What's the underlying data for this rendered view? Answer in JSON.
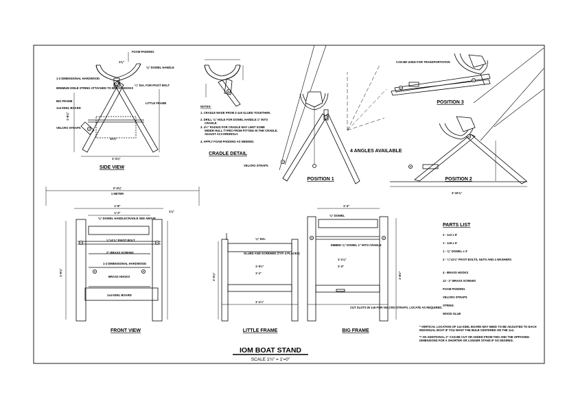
{
  "drawing": {
    "title": "IOM BOAT STAND",
    "scale": "SCALE 1½\" = 1'=0\""
  },
  "side_view": {
    "title": "SIDE VIEW",
    "labels": {
      "foam_padding": "FOAM PADDING",
      "dowel_handle": "⅜\" DOWEL HANDLE",
      "pivot_bolt": "¼\" DIA. FOR PIVOT BOLT",
      "hardwood": "1-2 DIMENSIONAL HARDWOOD",
      "string": "MINIMUM 200LB STRING ATTACHED TO BRASS HOOKS",
      "big_frame": "BIG FRAME",
      "keel_board": "1x4 KEEL BOARD",
      "little_frame": "LITTLE FRAME",
      "velcro": "VELCRO STRAPS",
      "dim_bottom": "1'-3⅞\"",
      "dim_mid": "10⅞\"",
      "dim_side": "1'-8⅜\"",
      "dim_top": "1⅜\""
    }
  },
  "cradle_detail": {
    "title": "CRADLE DETAIL",
    "notes_heading": "NOTES:",
    "notes": [
      "1. CRADLE MADE FROM 2-1x6 GLUED TOGETHER.",
      "2. DRILL ⅜\" HOLE FOR DOWEL HANDLE 1\" INTO CRADLE.",
      "3. 4½\" RADIUS FOR CRADLE MAY LIMIT SOME WIDER HULL TYPES FROM FITTING IN THE CRADLE. ADJUST ACCORDINGLY.",
      "4. APPLY FOAM PADDING AS NEEDED."
    ]
  },
  "positions": {
    "transport_note": "CAN BE USED FOR TRANSPORTATION",
    "angles": "4 ANGLES AVAILABLE",
    "velcro": "VELCRO STRAPS",
    "pos1": "POSITION 1",
    "pos2": "POSITION 2",
    "pos3": "POSITION 3",
    "dim_bottom": "2'-10⅞\""
  },
  "front_view": {
    "title": "FRONT VIEW",
    "overall": "2'-3⅜\"",
    "overall_sub": "1 METER",
    "labels": {
      "top_width": "1'-8\"",
      "inner_width": "1'-3\"",
      "dowel_handle": "⅜\" DOWEL HANDLE",
      "cradle": "CRADLE SEE ABOVE",
      "pivot_bolt": "¼\"x2⅞\" PIVOT BOLT",
      "brass_screws": "2\" BRASS SCREWS",
      "hardwood": "1-2 DIMENSIONAL HARDWOOD",
      "brass_hooks": "BRASS HOOKS",
      "keel_board": "1x4 KEEL BOARD",
      "dim_side": "1'-9⅜\"",
      "dim_right": "1⅛\""
    }
  },
  "little_frame": {
    "title": "LITTLE FRAME",
    "labels": {
      "dia": "⅜\" DIA.",
      "glued": "GLUED AND SCREWED (TYP. 4 PLACES)",
      "w1": "1'-0½\"",
      "w2": "1'-1\"",
      "w3": "1'-1¼\"",
      "h": "1'-3⅛\""
    }
  },
  "big_frame": {
    "title": "BIG FRAME",
    "labels": {
      "top": "1'-3\"",
      "dowel": "⅜\" DOWEL",
      "embed": "EMBED ⅜\" DOWEL 1\" INTO CRADLE",
      "w1": "1'-1⅛\"",
      "w2": "1'-3\"",
      "slots": "CUT SLOTS IN 1x6 FOR VELCRO STRAPS. LOCATE AS REQUIRED.",
      "h": "1'-8½\""
    }
  },
  "parts_list": {
    "title": "PARTS LIST",
    "items": [
      "2 - 1x2 x 8'",
      "1 - 1x6 x 6'",
      "1 - ⅜\" DOWEL x 3'",
      "2 - ¼\"x2⅞\" PIVOT BOLTS, NUTS AND 4 WASHERS",
      "4 - BRASS HOOKS",
      "12 - 2\" BRASS SCREWS",
      "FOAM PADDING",
      "VELCRO STRAPS",
      "STRING",
      "WOOD GLUE"
    ],
    "footnotes": [
      "* VERTICAL LOCATION OF 1x4 KEEL BOARD MAY NEED TO BE ADJUSTED TO EACH INDIVIDUAL BOAT IF YOU WANT THE BULB CENTERED ON THE 1x4.",
      "** AN ADDITIONAL 2\" CAN BE CUT OR ADDED FROM THIS AND THE OPPOSING DIMENSIONS FOR A SHORTER OR LONGER STAND IF SO DESIRED."
    ]
  }
}
